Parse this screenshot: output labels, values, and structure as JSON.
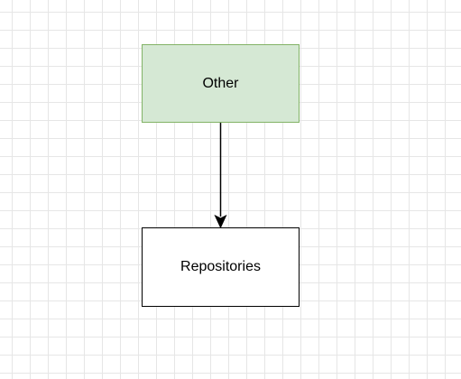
{
  "diagram": {
    "nodes": [
      {
        "id": "other",
        "label": "Other",
        "fill": "#d5e8d4",
        "stroke": "#82b366"
      },
      {
        "id": "repositories",
        "label": "Repositories",
        "fill": "#ffffff",
        "stroke": "#000000"
      }
    ],
    "edges": [
      {
        "from": "other",
        "to": "repositories",
        "arrow": "end",
        "color": "#000000"
      }
    ]
  }
}
